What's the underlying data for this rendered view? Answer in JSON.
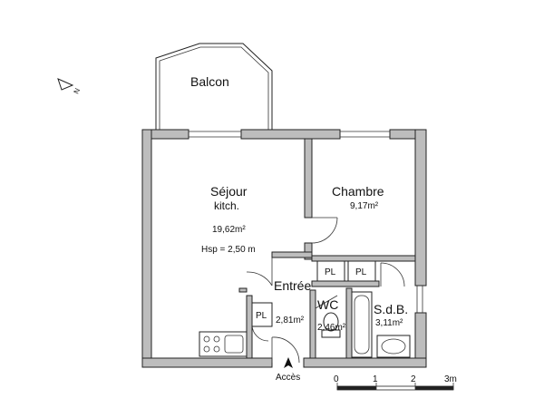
{
  "plan": {
    "compass": "N",
    "rooms": {
      "balcon": {
        "label": "Balcon"
      },
      "sejour": {
        "label": "Séjour",
        "sublabel": "kitch.",
        "area": "19,62m²",
        "height": "Hsp = 2,50 m"
      },
      "chambre": {
        "label": "Chambre",
        "area": "9,17m²"
      },
      "entree": {
        "label": "Entrée",
        "area": "2,81m²"
      },
      "wc": {
        "label": "WC",
        "area": "2,46m²"
      },
      "sdb": {
        "label": "S.d.B.",
        "area": "3,11m²"
      }
    },
    "closets": [
      "PL",
      "PL",
      "PL"
    ],
    "access": "Accès",
    "scale": {
      "ticks": [
        "0",
        "1",
        "2",
        "3m"
      ]
    }
  }
}
